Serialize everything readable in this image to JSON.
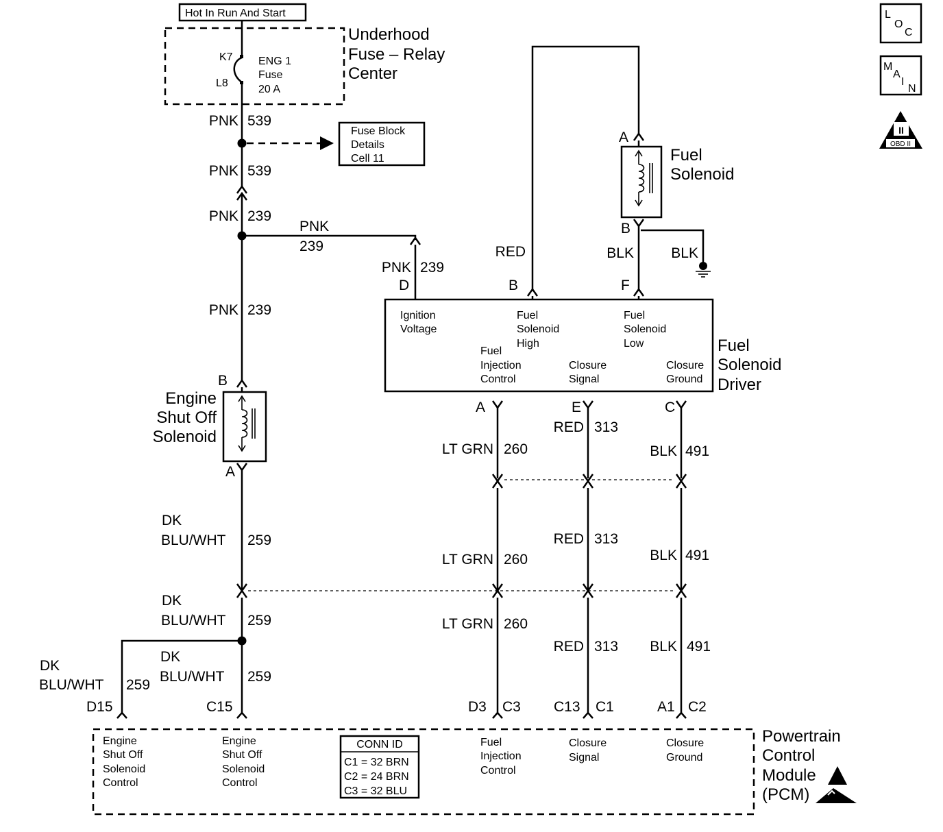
{
  "top_feed": {
    "label": "Hot In Run And Start"
  },
  "fuse_center": {
    "title": [
      "Underhood",
      "Fuse – Relay",
      "Center"
    ],
    "pin_top": "K7",
    "pin_bottom": "L8",
    "fuse": [
      "ENG 1",
      "Fuse",
      "20 A"
    ]
  },
  "fuse_block_ref": [
    "Fuse Block",
    "Details",
    "Cell 11"
  ],
  "icons": {
    "loc": [
      "L",
      "O",
      "C"
    ],
    "main": [
      "M",
      "A",
      "I",
      "N"
    ],
    "obd": [
      "II",
      "OBD II"
    ]
  },
  "wires": {
    "w539a": {
      "color": "PNK",
      "circuit": "539"
    },
    "w539b": {
      "color": "PNK",
      "circuit": "539"
    },
    "w239a": {
      "color": "PNK",
      "circuit": "239"
    },
    "w239branch": {
      "color": "PNK",
      "circuit": "239"
    },
    "w239d": {
      "color": "PNK",
      "circuit": "239"
    },
    "w239c": {
      "color": "PNK",
      "circuit": "239"
    },
    "red_b": {
      "color": "RED"
    },
    "blk_f": {
      "color": "BLK"
    },
    "blk_gnd": {
      "color": "BLK"
    },
    "w259a": {
      "color1": "DK",
      "color2": "BLU/WHT",
      "circuit": "259"
    },
    "w259b": {
      "color1": "DK",
      "color2": "BLU/WHT",
      "circuit": "259"
    },
    "w259c": {
      "color1": "DK",
      "color2": "BLU/WHT",
      "circuit": "259"
    },
    "w259d": {
      "color1": "DK",
      "color2": "BLU/WHT",
      "circuit": "259"
    },
    "w260a": {
      "color": "LT GRN",
      "circuit": "260"
    },
    "w260b": {
      "color": "LT GRN",
      "circuit": "260"
    },
    "w260c": {
      "color": "LT GRN",
      "circuit": "260"
    },
    "w313a": {
      "color": "RED",
      "circuit": "313"
    },
    "w313b": {
      "color": "RED",
      "circuit": "313"
    },
    "w313c": {
      "color": "RED",
      "circuit": "313"
    },
    "w491a": {
      "color": "BLK",
      "circuit": "491"
    },
    "w491b": {
      "color": "BLK",
      "circuit": "491"
    },
    "w491c": {
      "color": "BLK",
      "circuit": "491"
    }
  },
  "fuel_solenoid": {
    "title": [
      "Fuel",
      "Solenoid"
    ],
    "pin_a": "A",
    "pin_b": "B"
  },
  "driver": {
    "title": [
      "Fuel",
      "Solenoid",
      "Driver"
    ],
    "pins_top": {
      "d": "D",
      "b": "B",
      "f": "F"
    },
    "pins_bottom": {
      "a": "A",
      "e": "E",
      "c": "C"
    },
    "labels": {
      "ignition": [
        "Ignition",
        "Voltage"
      ],
      "sol_high": [
        "Fuel",
        "Solenoid",
        "High"
      ],
      "sol_low": [
        "Fuel",
        "Solenoid",
        "Low"
      ],
      "inj_ctrl": [
        "Fuel",
        "Injection",
        "Control"
      ],
      "closure_sig": [
        "Closure",
        "Signal"
      ],
      "closure_gnd": [
        "Closure",
        "Ground"
      ]
    }
  },
  "eso": {
    "title": [
      "Engine",
      "Shut Off",
      "Solenoid"
    ],
    "pin_b": "B",
    "pin_a": "A"
  },
  "pcm": {
    "title": [
      "Powertrain",
      "Control",
      "Module",
      "(PCM)"
    ],
    "pins": [
      "D15",
      "C15",
      "D3",
      "C3",
      "C13",
      "C1",
      "A1",
      "C2"
    ],
    "labels": {
      "eso1": [
        "Engine",
        "Shut Off",
        "Solenoid",
        "Control"
      ],
      "eso2": [
        "Engine",
        "Shut Off",
        "Solenoid",
        "Control"
      ],
      "inj": [
        "Fuel",
        "Injection",
        "Control"
      ],
      "sig": [
        "Closure",
        "Signal"
      ],
      "gnd": [
        "Closure",
        "Ground"
      ]
    },
    "conn_id": {
      "title": "CONN ID",
      "rows": [
        "C1 = 32 BRN",
        "C2 = 24 BRN",
        "C3 = 32 BLU"
      ]
    }
  }
}
